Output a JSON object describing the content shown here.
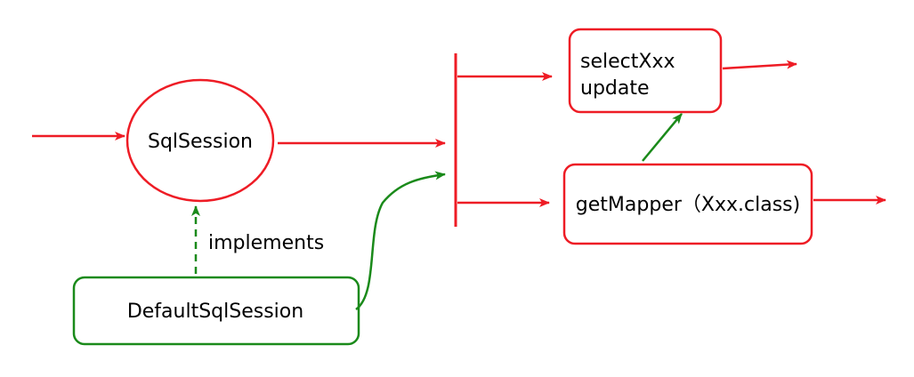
{
  "colors": {
    "red": "#ee1c25",
    "green": "#1a8a1a",
    "background": "#ffffff",
    "text": "#000000"
  },
  "nodes": {
    "sqlsession": {
      "label": "SqlSession"
    },
    "default_sql_session": {
      "label": "DefaultSqlSession"
    },
    "select_update": {
      "line1": "selectXxx",
      "line2": "update"
    },
    "get_mapper": {
      "label": "getMapper（Xxx.class)"
    }
  },
  "edges": {
    "implements": {
      "label": "implements"
    }
  }
}
